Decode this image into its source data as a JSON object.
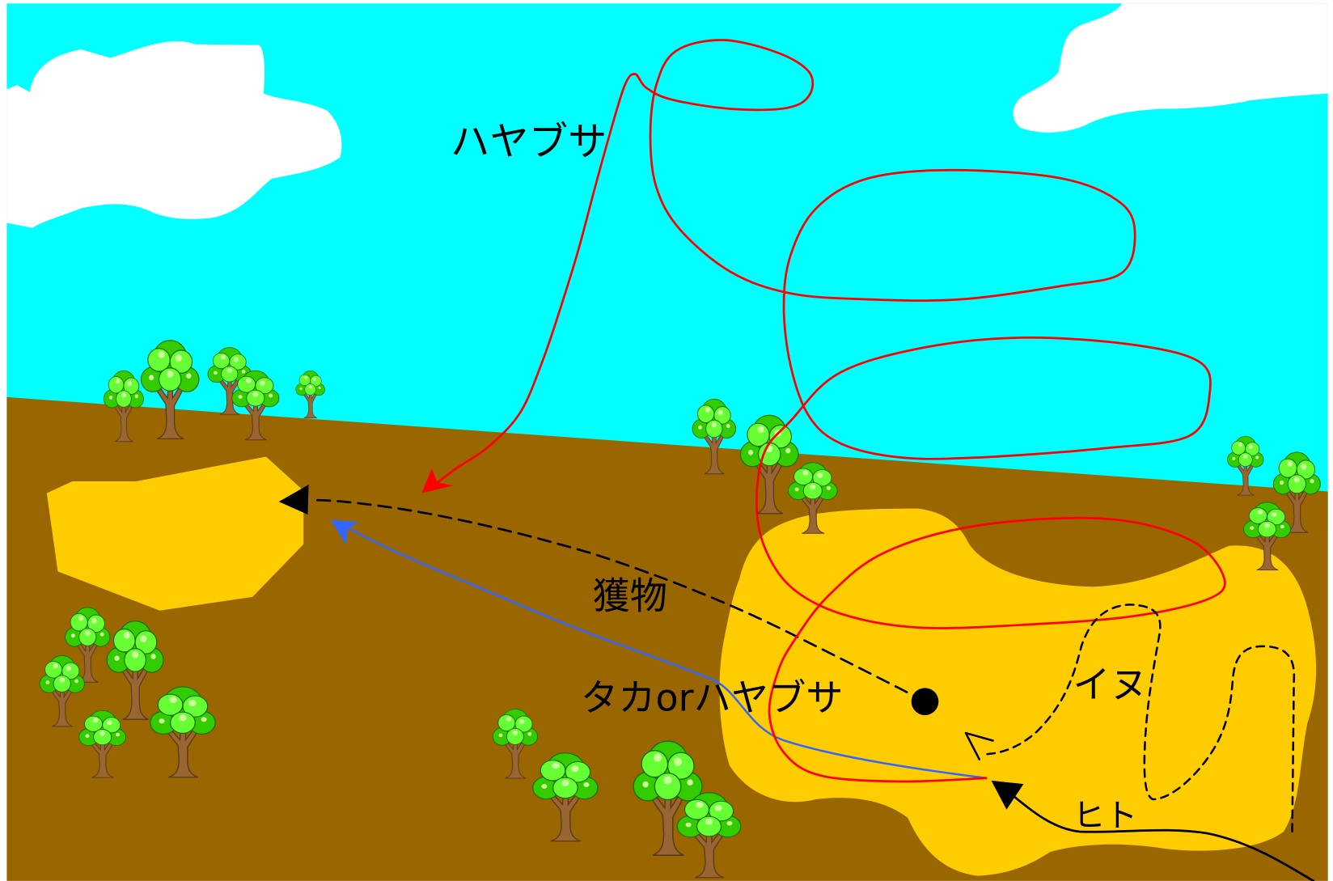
{
  "labels": {
    "falcon": "ハヤブサ",
    "prey": "獲物",
    "hawk_or_falcon": "タカorハヤブサ",
    "dog": "イヌ",
    "human": "ヒト"
  },
  "colors": {
    "sky": "#00FFFF",
    "cloud": "#FFFFFF",
    "ground": "#996600",
    "field": "#FFCC00",
    "falcon_path": "#FF0000",
    "hawk_path": "#3366FF",
    "prey_path": "#000000",
    "dog_path": "#000000",
    "human_path": "#000000"
  },
  "icons": {
    "tree": "tree-icon"
  }
}
